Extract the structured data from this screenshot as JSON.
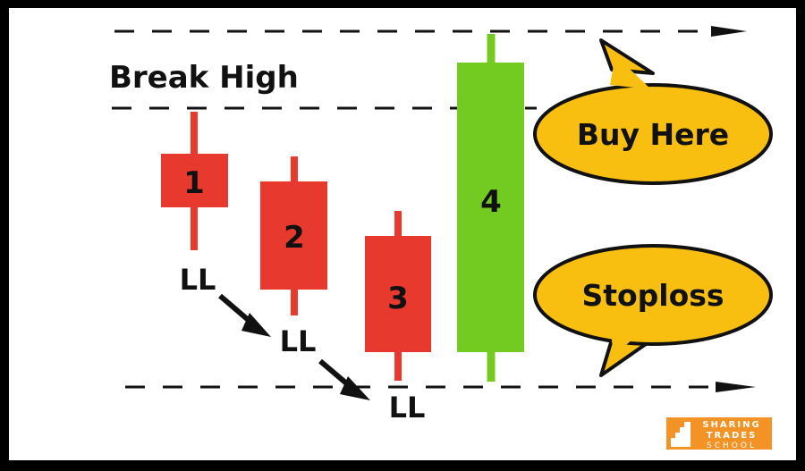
{
  "diagram": {
    "break_high_label": "Break High",
    "candles": [
      {
        "label": "1",
        "color": "#e8392e"
      },
      {
        "label": "2",
        "color": "#e8392e"
      },
      {
        "label": "3",
        "color": "#e8392e"
      },
      {
        "label": "4",
        "color": "#73cb22"
      }
    ],
    "lower_low_labels": [
      "LL",
      "LL",
      "LL"
    ],
    "callouts": {
      "buy": "Buy Here",
      "stoploss": "Stoploss"
    },
    "callout_color": "#f8bf11"
  },
  "logo": {
    "line1": "SHARING",
    "line2": "TRADES",
    "line3": "SCHOOL",
    "color": "#f39325"
  }
}
